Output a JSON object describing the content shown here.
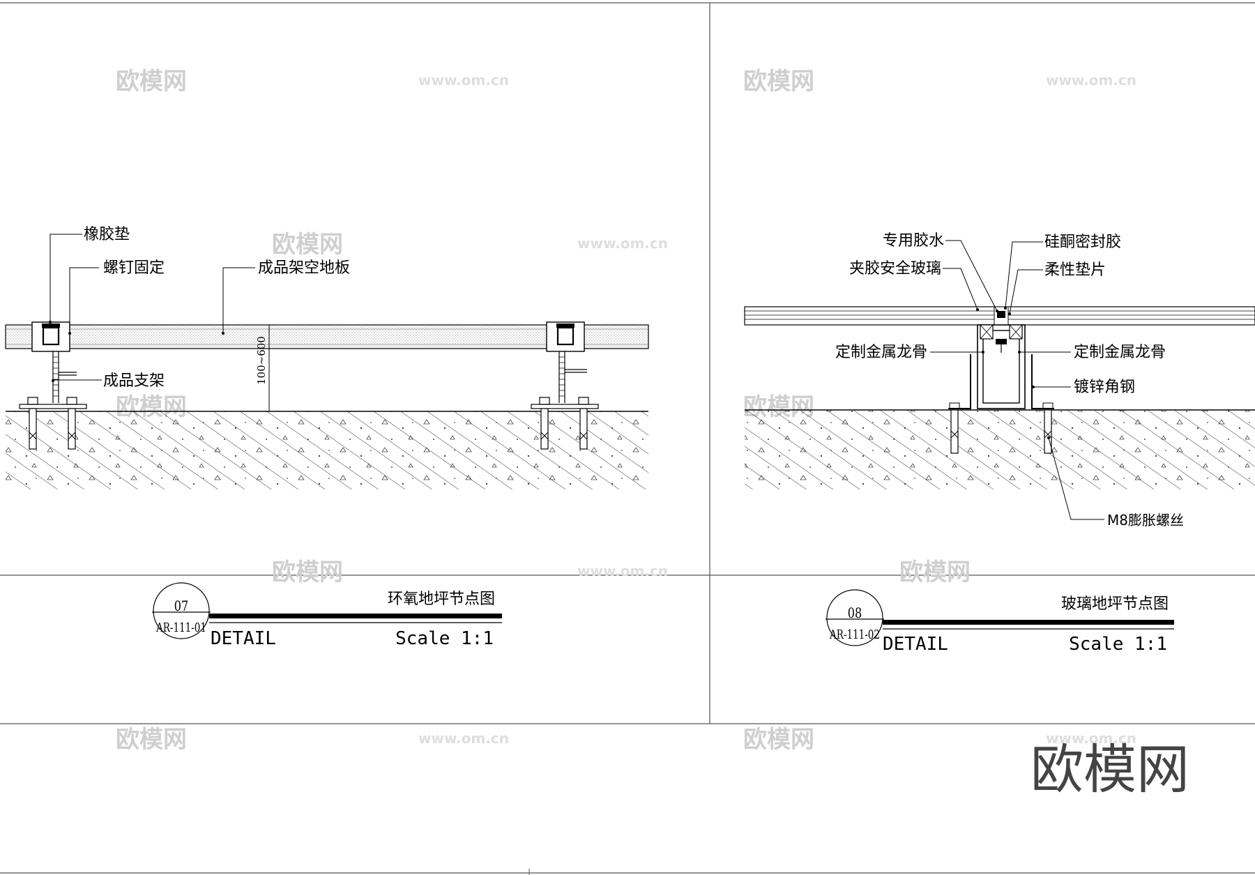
{
  "watermark": {
    "brand": "欧模网",
    "url": "www.om.cn"
  },
  "detail_left": {
    "labels": {
      "rubber_pad": "橡胶垫",
      "screw_fix": "螺钉固定",
      "raised_floor": "成品架空地板",
      "support": "成品支架",
      "height_dim": "100~600"
    },
    "title": "环氧地坪节点图",
    "number": "07",
    "sheet_ref": "AR-111-01",
    "detail_word": "DETAIL",
    "scale": "Scale 1:1"
  },
  "detail_right": {
    "labels": {
      "special_glue": "专用胶水",
      "laminated_glass": "夹胶安全玻璃",
      "silicone_sealant": "硅酮密封胶",
      "flexible_pad": "柔性垫片",
      "metal_keel_left": "定制金属龙骨",
      "metal_keel_right": "定制金属龙骨",
      "galvanized_angle": "镀锌角钢",
      "expansion_bolt": "M8膨胀螺丝"
    },
    "title": "玻璃地坪节点图",
    "number": "08",
    "sheet_ref": "AR-111-02",
    "detail_word": "DETAIL",
    "scale": "Scale 1:1"
  },
  "brand_logo_text": "欧模网"
}
